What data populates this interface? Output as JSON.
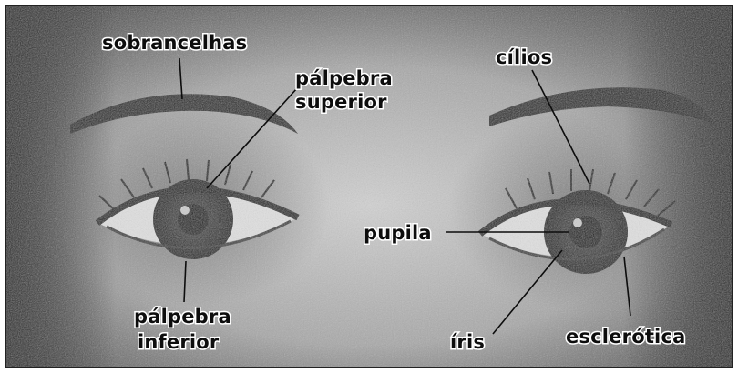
{
  "labels": {
    "sobrancelhas": "sobrancelhas",
    "palpebra_superior_line1": "pálpebra",
    "palpebra_superior_line2": "superior",
    "cilios": "cílios",
    "pupila": "pupila",
    "palpebra_inferior_line1": "pálpebra",
    "palpebra_inferior_line2": "inferior",
    "iris": "íris",
    "esclerotica": "esclerótica"
  },
  "colors": {
    "skin_light": "#c8c8c8",
    "skin_mid": "#9a9a9a",
    "shadow": "#4a4a4a",
    "iris": "#3a3a3a",
    "pupil": "#0a0a0a",
    "sclera": "#e2e2e2",
    "label_text": "#0d0d0d",
    "leader_line": "#0d0d0d"
  }
}
